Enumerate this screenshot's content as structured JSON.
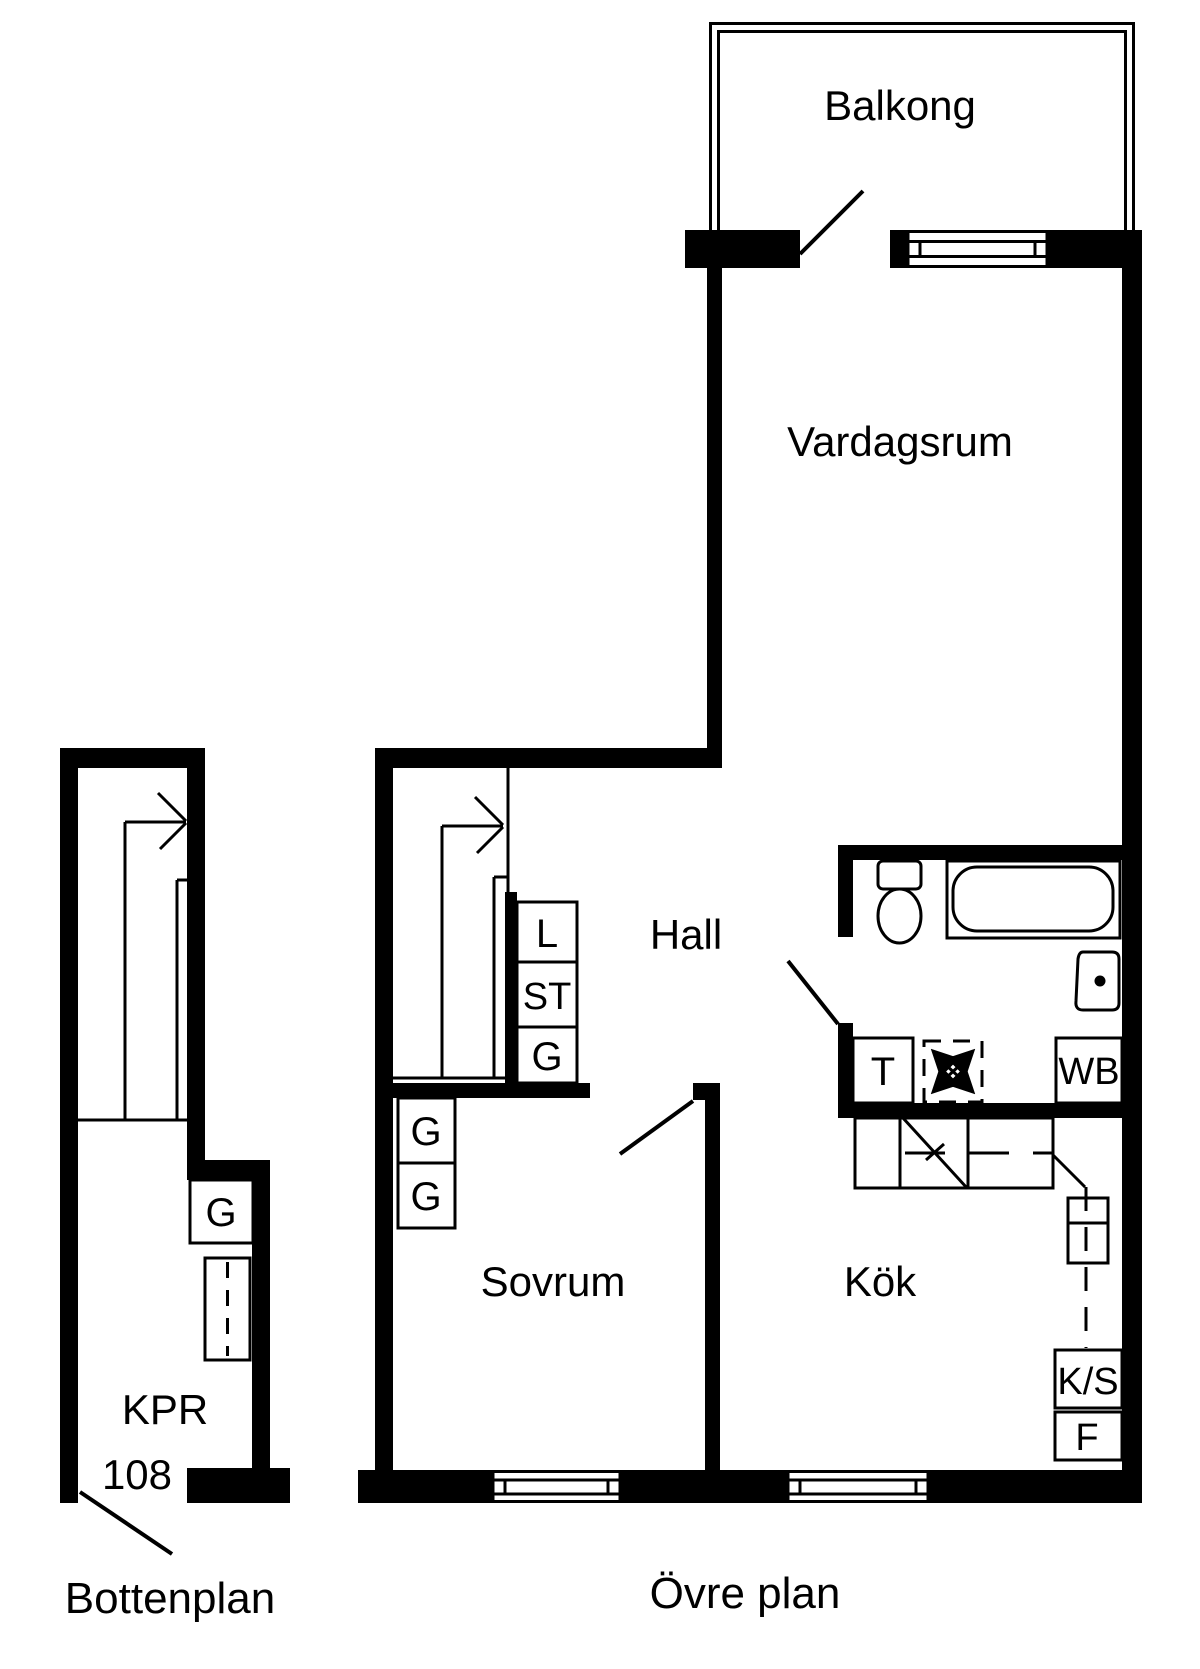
{
  "colors": {
    "ink": "#000000",
    "paper": "#ffffff"
  },
  "lower_plan": {
    "caption": "Bottenplan",
    "room_label": "KPR",
    "room_number": "108",
    "cabinet_label": "G"
  },
  "upper_plan": {
    "caption": "Övre plan",
    "balcony_label": "Balkong",
    "living_room_label": "Vardagsrum",
    "hall_label": "Hall",
    "bedroom_label": "Sovrum",
    "kitchen_label": "Kök",
    "stair_closets": {
      "l": "L",
      "st": "ST",
      "g": "G"
    },
    "bedroom_closets": {
      "g1": "G",
      "g2": "G"
    },
    "bathroom": {
      "t": "T",
      "wb": "WB"
    },
    "kitchen_units": {
      "ks": "K/S",
      "f": "F"
    }
  }
}
